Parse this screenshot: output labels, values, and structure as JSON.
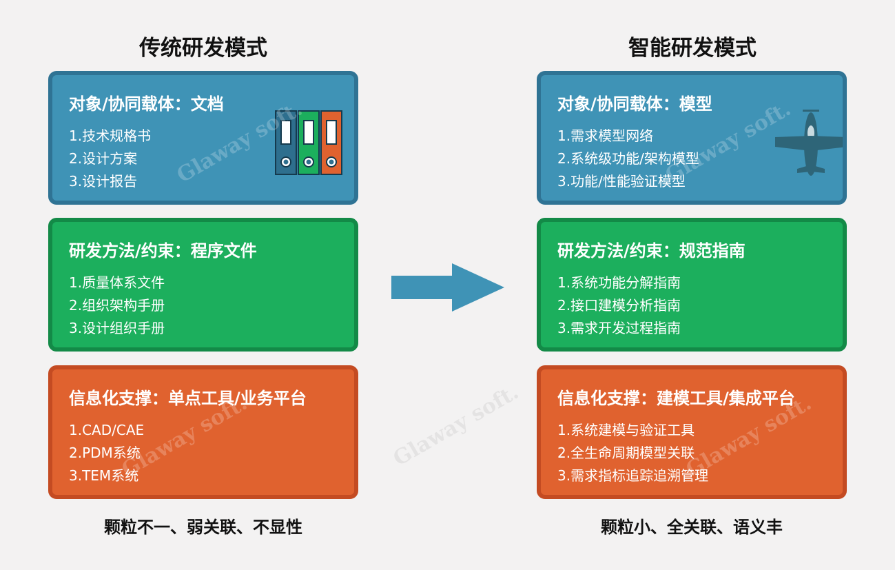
{
  "left": {
    "title": "传统研发模式",
    "cards": [
      {
        "heading": "对象/协同载体：文档",
        "items": [
          "1.技术规格书",
          "2.设计方案",
          "3.设计报告"
        ]
      },
      {
        "heading": "研发方法/约束：程序文件",
        "items": [
          "1.质量体系文件",
          "2.组织架构手册",
          "3.设计组织手册"
        ]
      },
      {
        "heading": "信息化支撑：单点工具/业务平台",
        "items": [
          "1.CAD/CAE",
          "2.PDM系统",
          "3.TEM系统"
        ]
      }
    ],
    "summary": "颗粒不一、弱关联、不显性"
  },
  "right": {
    "title": "智能研发模式",
    "cards": [
      {
        "heading": "对象/协同载体：模型",
        "items": [
          "1.需求模型网络",
          "2.系统级功能/架构模型",
          "3.功能/性能验证模型"
        ]
      },
      {
        "heading": "研发方法/约束：规范指南",
        "items": [
          "1.系统功能分解指南",
          "2.接口建模分析指南",
          "3.需求开发过程指南"
        ]
      },
      {
        "heading": "信息化支撑：建模工具/集成平台",
        "items": [
          "1.系统建模与验证工具",
          "2.全生命周期模型关联",
          "3.需求指标追踪追溯管理"
        ]
      }
    ],
    "summary": "颗粒小、全关联、语义丰"
  },
  "watermark": "Glaway soft.",
  "colors": {
    "blue": "#3f93b6",
    "green": "#1caf5d",
    "orange": "#e0622f",
    "arrow": "#3f93b6",
    "background": "#f3f2f2"
  },
  "icons": [
    "binders-icon",
    "airplane-icon",
    "right-arrow-icon"
  ]
}
